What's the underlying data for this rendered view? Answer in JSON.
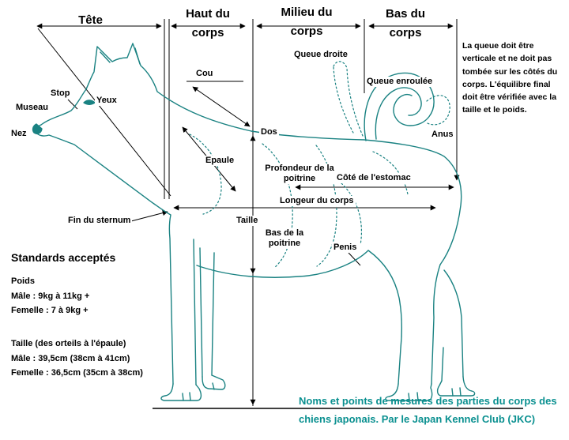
{
  "sections": {
    "tete": "Tête",
    "haut": "Haut du corps",
    "milieu": "Milieu du corps",
    "bas": "Bas du corps"
  },
  "labels": {
    "stop": "Stop",
    "museau": "Museau",
    "yeux": "Yeux",
    "nez": "Nez",
    "cou": "Cou",
    "epaule": "Epaule",
    "dos": "Dos",
    "queue_droite": "Queue droite",
    "queue_enroulee": "Queue enroulée",
    "anus": "Anus",
    "profondeur_poitrine": "Profondeur de la poitrine",
    "cote_estomac": "Côté de l'estomac",
    "longueur_corps": "Longeur du corps",
    "taille": "Taille",
    "bas_poitrine": "Bas de la poitrine",
    "fin_sternum": "Fin du sternum",
    "penis": "Penis"
  },
  "note": "La queue doit être verticale et ne doit pas tombée sur les côtés du corps. L'équilibre final doit être vérifiée avec la taille et le poids.",
  "standards": {
    "title": "Standards acceptés",
    "weight_title": "Poids",
    "weight_male": "Mâle : 9kg à 11kg +",
    "weight_female": "Femelle : 7 à 9kg +",
    "height_title": "Taille (des orteils à l'épaule)",
    "height_male": "Mâle : 39,5cm (38cm à 41cm)",
    "height_female": "Femelle : 36,5cm (35cm à 38cm)"
  },
  "caption": "Noms et points de mesures des parties du corps des chiens japonais. Par le Japan Kennel Club (JKC)",
  "colors": {
    "dog_line": "#1a8282",
    "text": "#000000",
    "caption": "#0a9090"
  }
}
